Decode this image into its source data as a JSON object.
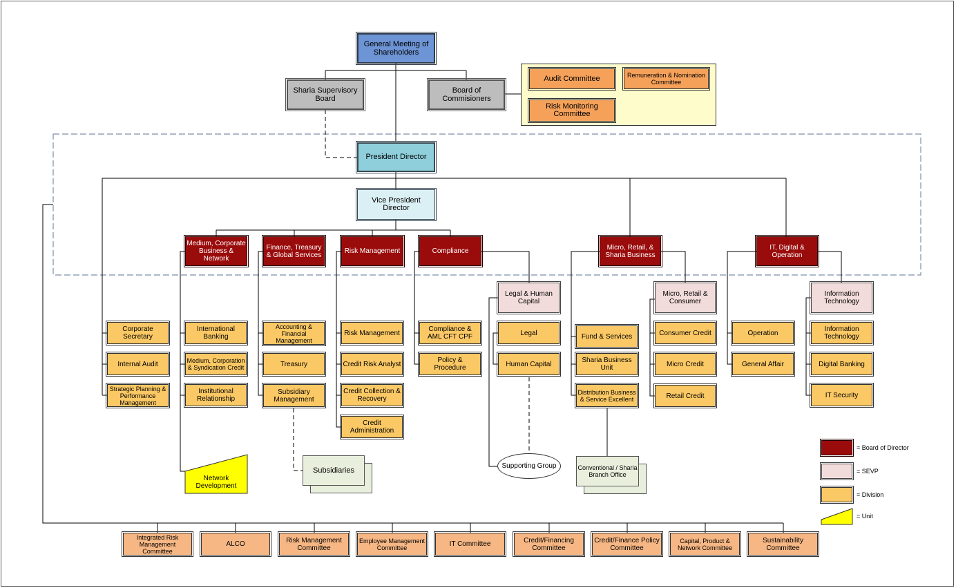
{
  "nodes": {
    "gms": "General Meeting of Shareholders",
    "sharia_board": "Sharia Supervisory Board",
    "board_comm": "Board of Commisioners",
    "audit_committee": "Audit Committee",
    "remuneration": "Remuneration & Nomination Committee",
    "risk_monitoring": "Risk Monitoring Committee",
    "president": "President Director",
    "vice_president": "Vice President Director",
    "medium_corporate": "Medium, Corporate Business & Network",
    "finance": "Finance, Treasury & Global Services",
    "risk_mgmt_dir": "Risk Management",
    "compliance_dir": "Compliance",
    "micro_retail_dir": "Micro, Retail, & Sharia Business",
    "it_dir": "IT, Digital & Operation",
    "legal_hc_sevp": "Legal & Human Capital",
    "micro_retail_sevp": "Micro, Retail & Consumer",
    "it_sevp": "Information Technology",
    "corporate_secretary": "Corporate Secretary",
    "internal_audit": "Internal Audit",
    "strategic_planning": "Strategic Planning & Performance Management",
    "international_banking": "International Banking",
    "medium_syndication": "Medium, Corporation & Syndication Credit",
    "institutional": "Institutional Relationship",
    "network_dev": "Network Development",
    "accounting": "Accounting & Financial Management",
    "treasury": "Treasury",
    "subsidiary_mgmt": "Subsidiary Management",
    "subsidiaries": "Subsidiaries",
    "risk_mgmt_div": "Risk Management",
    "credit_risk": "Credit Risk Analyst",
    "credit_collection": "Credit Collection & Recovery",
    "credit_admin": "Credit Administration",
    "compliance_aml": "Compliance & AML CFT CPF",
    "policy": "Policy & Procedure",
    "legal": "Legal",
    "human_capital": "Human Capital",
    "supporting_group": "Supporting Group",
    "fund_services": "Fund & Services",
    "sharia_unit": "Sharia Business Unit",
    "distribution": "Distribution Business & Service Excellent",
    "branch_office": "Conventional / Sharia Branch Office",
    "consumer_credit": "Consumer Credit",
    "micro_credit": "Micro Credit",
    "retail_credit": "Retail Credit",
    "operation": "Operation",
    "general_affair": "General Affair",
    "it_div": "Information Technology",
    "digital_banking": "Digital Banking",
    "it_security": "IT Security"
  },
  "bottom_committees": [
    "Integrated Risk Management Committee",
    "ALCO",
    "Risk Management Committee",
    "Employee Management Committee",
    "IT Committee",
    "Credit/Financing Committee",
    "Credit/Finance Policy Committee",
    "Capital, Product & Network Committee",
    "Sustainability Committee"
  ],
  "legend": {
    "board_of_director": "= Board of Director",
    "sevp": "= SEVP",
    "division": "= Division",
    "unit": "= Unit"
  },
  "colors": {
    "board_of_director": "#9a0b0b",
    "sevp": "#f2dcdb",
    "division": "#fac864",
    "unit": "#ffff00",
    "committee": "#f5a15a",
    "shareholders": "#6d94d4",
    "president": "#8fcfdc"
  }
}
